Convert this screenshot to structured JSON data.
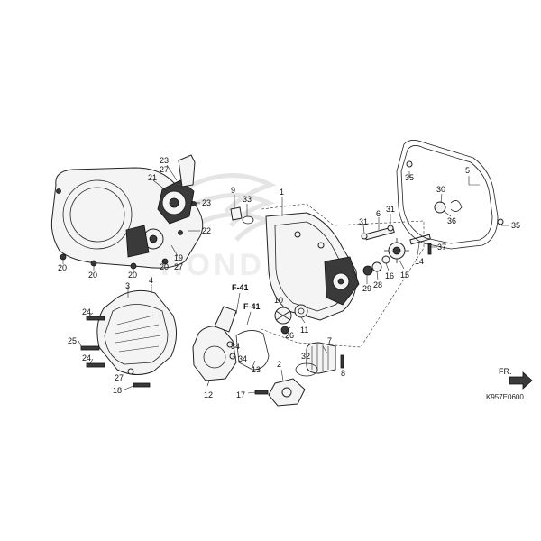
{
  "watermark_text": "HONDA",
  "diagram_code": "K957E0600",
  "front_arrow_label": "FR.",
  "refs": [
    "F-41",
    "F-41"
  ],
  "callouts": [
    "1",
    "2",
    "3",
    "4",
    "5",
    "6",
    "7",
    "8",
    "9",
    "10",
    "11",
    "12",
    "13",
    "14",
    "15",
    "16",
    "17",
    "18",
    "19",
    "20",
    "20",
    "20",
    "20",
    "21",
    "22",
    "23",
    "23",
    "24",
    "24",
    "25",
    "26",
    "27",
    "27",
    "28",
    "29",
    "30",
    "31",
    "31",
    "32",
    "33",
    "34",
    "34",
    "35",
    "35",
    "36",
    "37"
  ]
}
